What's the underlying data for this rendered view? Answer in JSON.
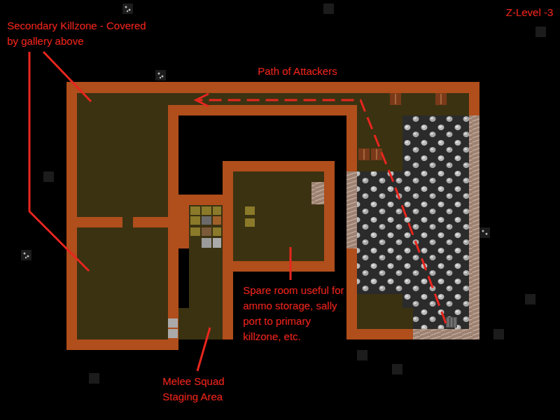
{
  "diagram": {
    "title": "Z-Level -3",
    "labels": [
      "Secondary Killzone - Covered by gallery above",
      "Path of Attackers",
      "Spare room useful for ammo storage, sally port to primary killzone, etc.",
      "Melee Squad Staging Area"
    ]
  }
}
